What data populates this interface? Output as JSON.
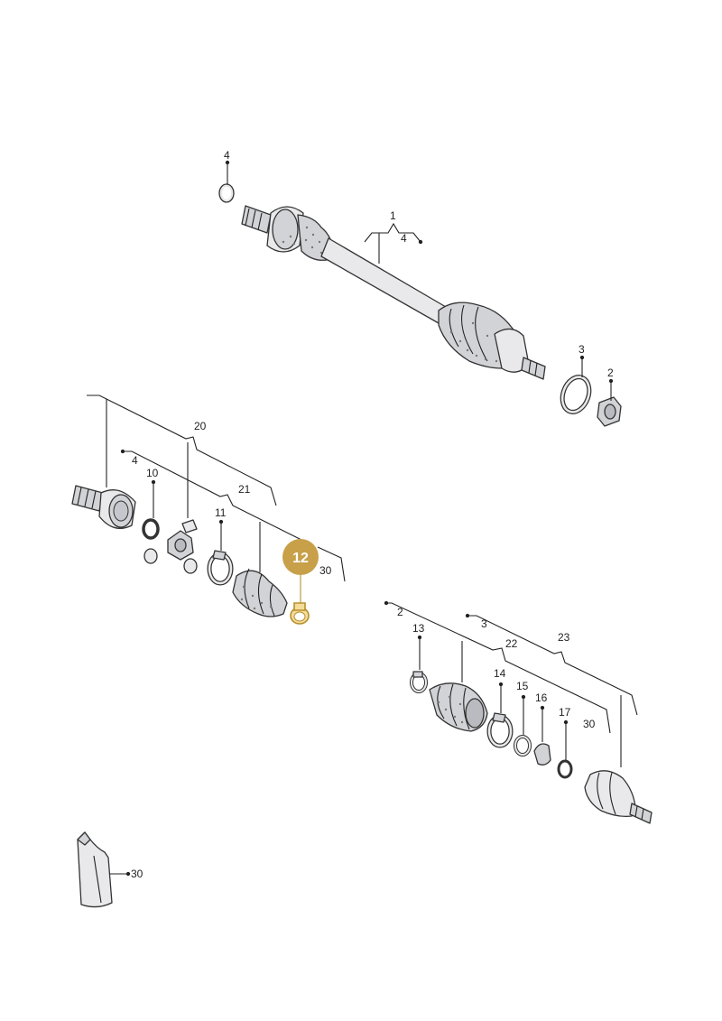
{
  "labels": {
    "l1": "1",
    "l2a": "2",
    "l2b": "2",
    "l3a": "3",
    "l3b": "3",
    "l4a": "4",
    "l4b": "4",
    "l4c": "4",
    "l10": "10",
    "l11": "11",
    "l13": "13",
    "l14": "14",
    "l15": "15",
    "l16": "16",
    "l17": "17",
    "l20": "20",
    "l21": "21",
    "l22": "22",
    "l23": "23",
    "l30a": "30",
    "l30b": "30",
    "l30c": "30"
  },
  "callout": {
    "label": "12",
    "color": "#c8a04a"
  },
  "colors": {
    "part_fill": "#e9e9ec",
    "line": "#222222",
    "highlight": "#f4dc9a"
  }
}
